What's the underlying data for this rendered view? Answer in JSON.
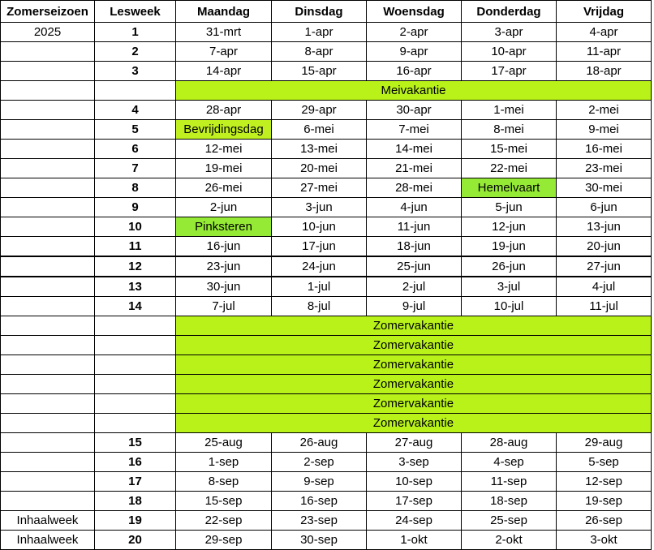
{
  "headers": [
    "Zomerseizoen",
    "Lesweek",
    "Maandag",
    "Dinsdag",
    "Woensdag",
    "Donderdag",
    "Vrijdag"
  ],
  "rows": [
    {
      "type": "week",
      "season": "2025",
      "week": "1",
      "days": [
        "31-mrt",
        "1-apr",
        "2-apr",
        "3-apr",
        "4-apr"
      ]
    },
    {
      "type": "week",
      "season": "",
      "week": "2",
      "days": [
        "7-apr",
        "8-apr",
        "9-apr",
        "10-apr",
        "11-apr"
      ]
    },
    {
      "type": "week",
      "season": "",
      "week": "3",
      "days": [
        "14-apr",
        "15-apr",
        "16-apr",
        "17-apr",
        "18-apr"
      ]
    },
    {
      "type": "vacation",
      "label": "Meivakantie"
    },
    {
      "type": "week",
      "season": "",
      "week": "4",
      "days": [
        "28-apr",
        "29-apr",
        "30-apr",
        "1-mei",
        "2-mei"
      ]
    },
    {
      "type": "week",
      "season": "",
      "week": "5",
      "days": [
        "Bevrijdingsdag",
        "6-mei",
        "7-mei",
        "8-mei",
        "9-mei"
      ],
      "holiday_index": 0,
      "holiday_style": "hol-yellow"
    },
    {
      "type": "week",
      "season": "",
      "week": "6",
      "days": [
        "12-mei",
        "13-mei",
        "14-mei",
        "15-mei",
        "16-mei"
      ]
    },
    {
      "type": "week",
      "season": "",
      "week": "7",
      "days": [
        "19-mei",
        "20-mei",
        "21-mei",
        "22-mei",
        "23-mei"
      ]
    },
    {
      "type": "week",
      "season": "",
      "week": "8",
      "days": [
        "26-mei",
        "27-mei",
        "28-mei",
        "Hemelvaart",
        "30-mei"
      ],
      "holiday_index": 3,
      "holiday_style": "hol"
    },
    {
      "type": "week",
      "season": "",
      "week": "9",
      "days": [
        "2-jun",
        "3-jun",
        "4-jun",
        "5-jun",
        "6-jun"
      ]
    },
    {
      "type": "week",
      "season": "",
      "week": "10",
      "days": [
        "Pinksteren",
        "10-jun",
        "11-jun",
        "12-jun",
        "13-jun"
      ],
      "holiday_index": 0,
      "holiday_style": "hol"
    },
    {
      "type": "week",
      "season": "",
      "week": "11",
      "days": [
        "16-jun",
        "17-jun",
        "18-jun",
        "19-jun",
        "20-jun"
      ]
    },
    {
      "type": "week",
      "season": "",
      "week": "12",
      "days": [
        "23-jun",
        "24-jun",
        "25-jun",
        "26-jun",
        "27-jun"
      ],
      "thick_top": true
    },
    {
      "type": "week",
      "season": "",
      "week": "13",
      "days": [
        "30-jun",
        "1-jul",
        "2-jul",
        "3-jul",
        "4-jul"
      ],
      "thick_top": true
    },
    {
      "type": "week",
      "season": "",
      "week": "14",
      "days": [
        "7-jul",
        "8-jul",
        "9-jul",
        "10-jul",
        "11-jul"
      ]
    },
    {
      "type": "vacation",
      "label": "Zomervakantie"
    },
    {
      "type": "vacation",
      "label": "Zomervakantie"
    },
    {
      "type": "vacation",
      "label": "Zomervakantie"
    },
    {
      "type": "vacation",
      "label": "Zomervakantie"
    },
    {
      "type": "vacation",
      "label": "Zomervakantie"
    },
    {
      "type": "vacation",
      "label": "Zomervakantie"
    },
    {
      "type": "week",
      "season": "",
      "week": "15",
      "days": [
        "25-aug",
        "26-aug",
        "27-aug",
        "28-aug",
        "29-aug"
      ]
    },
    {
      "type": "week",
      "season": "",
      "week": "16",
      "days": [
        "1-sep",
        "2-sep",
        "3-sep",
        "4-sep",
        "5-sep"
      ]
    },
    {
      "type": "week",
      "season": "",
      "week": "17",
      "days": [
        "8-sep",
        "9-sep",
        "10-sep",
        "11-sep",
        "12-sep"
      ]
    },
    {
      "type": "week",
      "season": "",
      "week": "18",
      "days": [
        "15-sep",
        "16-sep",
        "17-sep",
        "18-sep",
        "19-sep"
      ]
    },
    {
      "type": "week",
      "season": "Inhaalweek",
      "week": "19",
      "days": [
        "22-sep",
        "23-sep",
        "24-sep",
        "25-sep",
        "26-sep"
      ]
    },
    {
      "type": "week",
      "season": "Inhaalweek",
      "week": "20",
      "days": [
        "29-sep",
        "30-sep",
        "1-okt",
        "2-okt",
        "3-okt"
      ]
    }
  ],
  "colors": {
    "vacation": "#b8f219",
    "holiday_green": "#95ea35",
    "holiday_yellow_green": "#c0f020"
  }
}
